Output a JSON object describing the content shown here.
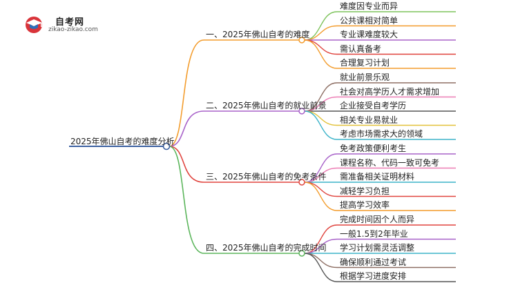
{
  "logo": {
    "name": "自考网",
    "url": "zikao-zikao.com",
    "icon": "graduation-cap-icon",
    "colors": {
      "red": "#d9343a",
      "blue": "#2f6fb8"
    }
  },
  "root": {
    "label": "2025年佛山自考的难度分析"
  },
  "branches": [
    {
      "label": "一、2025年佛山自考的难度",
      "color": "#f39c2c",
      "children": [
        {
          "label": "难度因专业而异",
          "color": "#7dc35b"
        },
        {
          "label": "公共课相对简单",
          "color": "#f39c2c"
        },
        {
          "label": "专业课难度较大",
          "color": "#a862c9"
        },
        {
          "label": "需认真备考",
          "color": "#e0443e"
        },
        {
          "label": "合理复习计划",
          "color": "#f39c2c"
        }
      ]
    },
    {
      "label": "二、2025年佛山自考的就业前景",
      "color": "#a862c9",
      "children": [
        {
          "label": "就业前景乐观",
          "color": "#8d6e63"
        },
        {
          "label": "社会对高学历人才需求增加",
          "color": "#ec7ab3"
        },
        {
          "label": "企业接受自考学历",
          "color": "#555555"
        },
        {
          "label": "相关专业易就业",
          "color": "#e2c23a"
        },
        {
          "label": "考虑市场需求大的领域",
          "color": "#3bb3c9"
        }
      ]
    },
    {
      "label": "三、2025年佛山自考的免考条件",
      "color": "#e0443e",
      "children": [
        {
          "label": "免考政策便利考生",
          "color": "#a862c9"
        },
        {
          "label": "课程名称、代码一致可免考",
          "color": "#ec7ab3"
        },
        {
          "label": "需准备相关证明材料",
          "color": "#3bb3c9"
        },
        {
          "label": "减轻学习负担",
          "color": "#e0443e"
        },
        {
          "label": "提高学习效率",
          "color": "#f39c2c"
        }
      ]
    },
    {
      "label": "四、2025年佛山自考的完成时间",
      "color": "#5bb55b",
      "children": [
        {
          "label": "完成时间因个人而异",
          "color": "#e0443e"
        },
        {
          "label": "一般1.5到2年毕业",
          "color": "#a862c9"
        },
        {
          "label": "学习计划需灵活调整",
          "color": "#3bb3c9"
        },
        {
          "label": "确保顺利通过考试",
          "color": "#8d6e63"
        },
        {
          "label": "根据学习进度安排",
          "color": "#555555"
        }
      ]
    }
  ]
}
